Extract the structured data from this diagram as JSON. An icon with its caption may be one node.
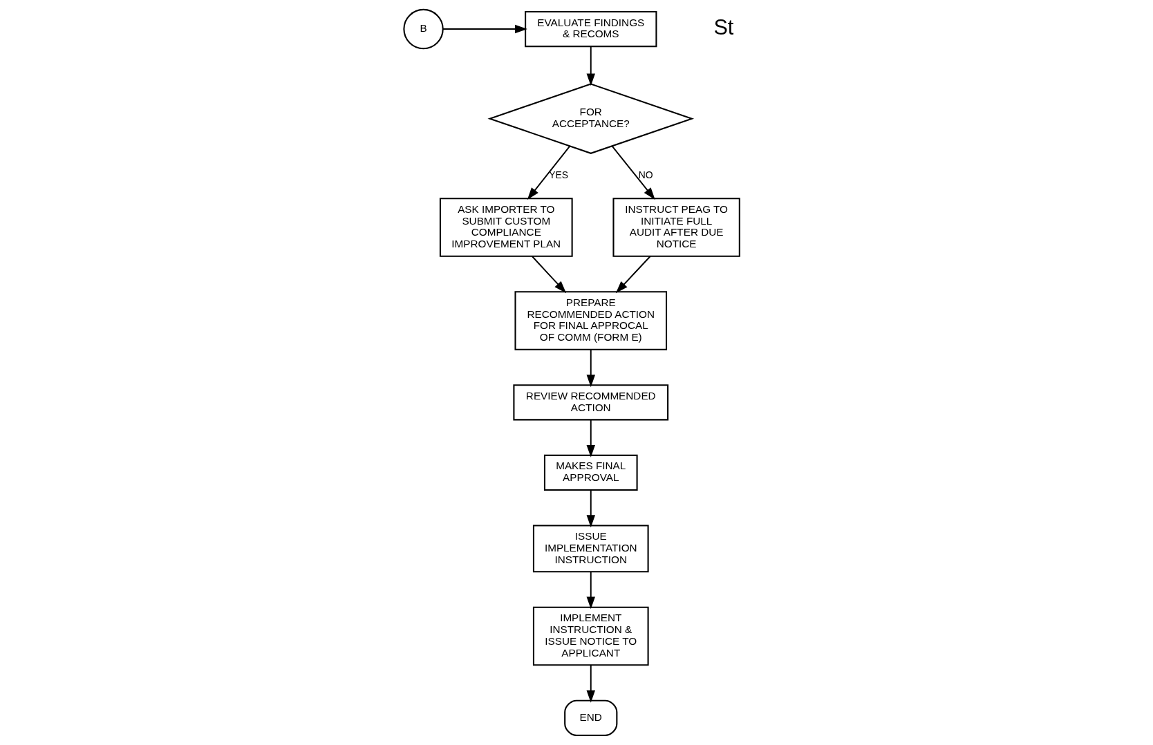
{
  "diagram": {
    "nodes": [
      {
        "text": [
          "B"
        ]
      },
      {
        "text": [
          "EVALUATE FINDINGS & RECOMS"
        ]
      },
      {
        "text": [
          "FOR ACCEPTANCE?"
        ]
      },
      {
        "text": [
          "ASK IMPORTER TO SUBMIT CUSTOM COMPLIANCE IMPROVEMENT PLAN"
        ]
      },
      {
        "text": [
          "INSTRUCT PEAG TO INITIATE FULL AUDIT AFTER DUE NOTICE"
        ]
      },
      {
        "text": [
          "PREPARE RECOMMENDED ACTION FOR FINAL APPROCAL OF COMM (FORM E)"
        ]
      },
      {
        "text": [
          "REVIEW RECOMMENDED ACTION"
        ]
      },
      {
        "text": [
          "MAKES FINAL APPROVAL"
        ]
      },
      {
        "text": [
          "ISSUE IMPLEMENTATION INSTRUCTION"
        ]
      },
      {
        "text": [
          "IMPLEMENT INSTRUCTION & ISSUE NOTICE TO APPLICANT"
        ]
      },
      {
        "text": [
          "END"
        ]
      }
    ],
    "edges": [
      {
        "from": 0,
        "to": 1,
        "arrow": "to"
      },
      {
        "from": 1,
        "to": 2,
        "arrow": "to"
      },
      {
        "from": 2,
        "to": 3,
        "arrow": "to",
        "label": "YES"
      },
      {
        "from": 2,
        "to": 4,
        "arrow": "to",
        "label": "NO"
      },
      {
        "from": 3,
        "to": 5,
        "arrow": "to"
      },
      {
        "from": 4,
        "to": 5,
        "arrow": "to"
      },
      {
        "from": 5,
        "to": 6,
        "arrow": "to"
      },
      {
        "from": 6,
        "to": 7,
        "arrow": "to"
      },
      {
        "from": 7,
        "to": 8,
        "arrow": "to"
      },
      {
        "from": 8,
        "to": 9,
        "arrow": "to"
      },
      {
        "from": 9,
        "to": 10,
        "arrow": "to"
      }
    ],
    "labels": [
      "St"
    ]
  }
}
